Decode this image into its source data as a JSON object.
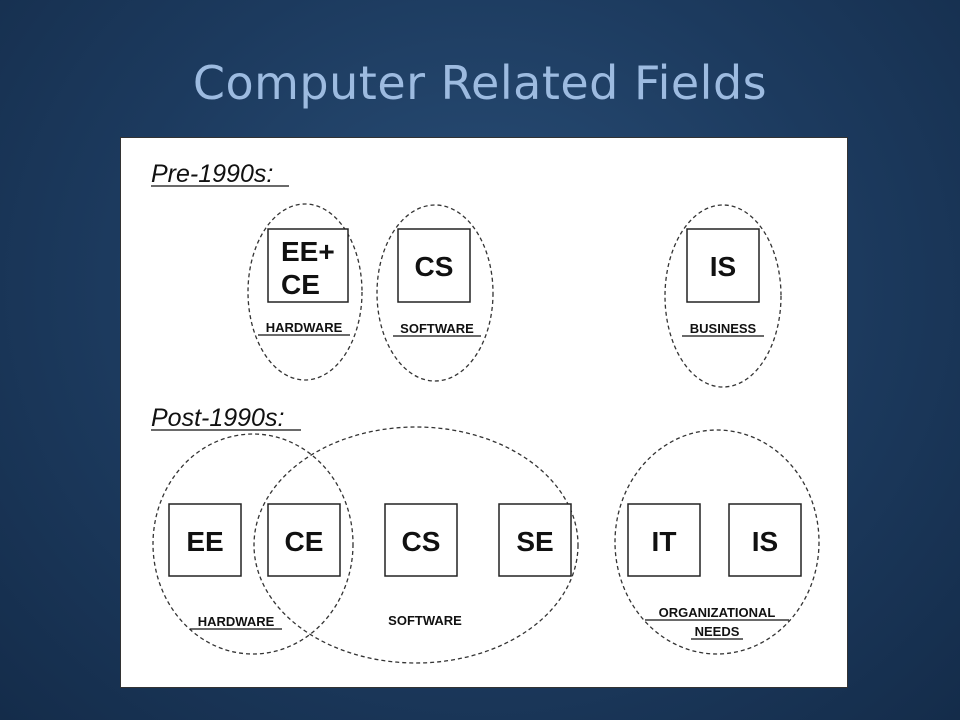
{
  "title": "Computer Related Fields",
  "pre": {
    "heading": "Pre-1990s:",
    "boxes": {
      "eece_line1": "EE+",
      "eece_line2": "CE",
      "cs": "CS",
      "is": "IS"
    },
    "groups": {
      "hardware": "HARDWARE",
      "software": "SOFTWARE",
      "business": "BUSINESS"
    }
  },
  "post": {
    "heading": "Post-1990s:",
    "boxes": {
      "ee": "EE",
      "ce": "CE",
      "cs": "CS",
      "se": "SE",
      "it": "IT",
      "is": "IS"
    },
    "groups": {
      "hardware": "HARDWARE",
      "software": "SOFTWARE",
      "org_line1": "ORGANIZATIONAL",
      "org_line2": "NEEDS"
    }
  }
}
